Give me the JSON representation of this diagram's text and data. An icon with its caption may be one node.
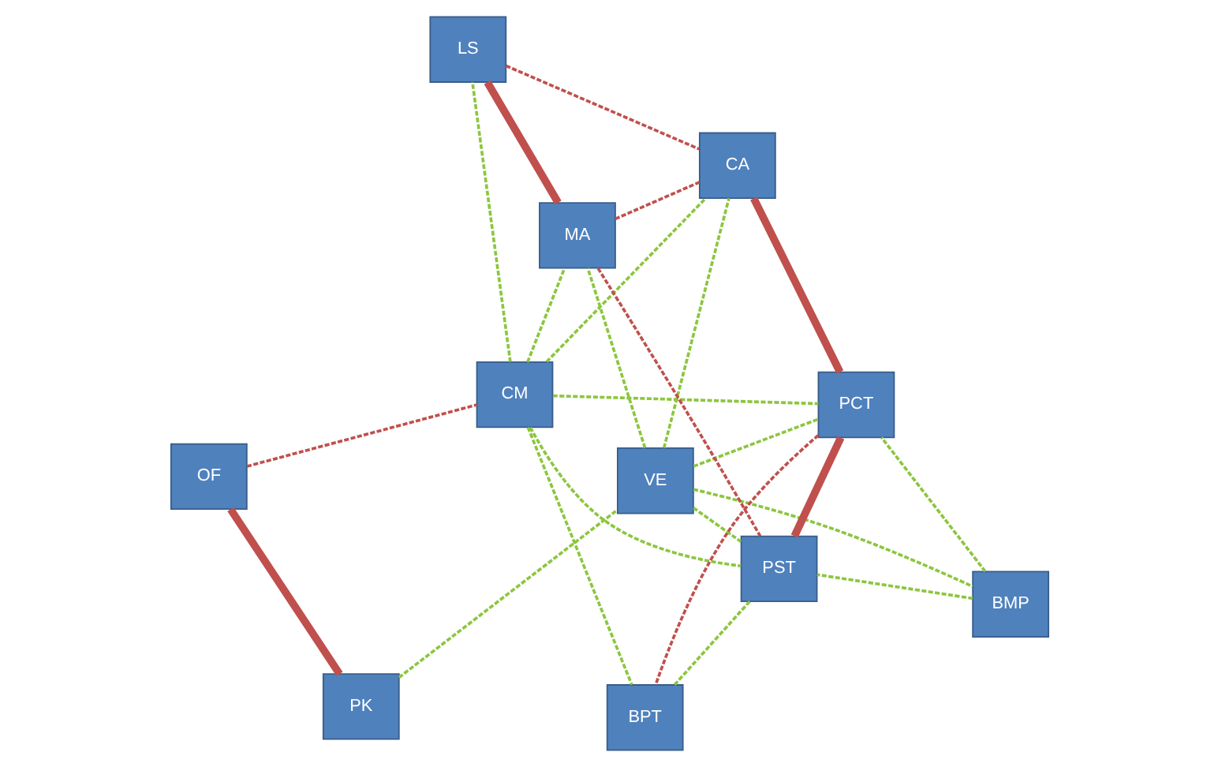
{
  "diagram": {
    "nodes": [
      {
        "text": [
          "OF"
        ]
      },
      {
        "text": [
          "VE"
        ]
      },
      {
        "text": [
          "PK"
        ]
      },
      {
        "text": [
          "CM"
        ]
      },
      {
        "text": [
          "CA"
        ]
      },
      {
        "text": [
          "LS"
        ]
      },
      {
        "text": [
          "MA"
        ]
      },
      {
        "text": [
          "PCT"
        ]
      },
      {
        "text": [
          "BPT"
        ]
      },
      {
        "text": [
          "BMP"
        ]
      },
      {
        "text": [
          "PST"
        ]
      }
    ],
    "edges": [
      {
        "from": 0,
        "to": 2,
        "arrow": "none",
        "style": "thick",
        "color": "#c0504d"
      },
      {
        "from": 0,
        "to": 3,
        "arrow": "none",
        "style": "dashed",
        "color": "#c0504d"
      },
      {
        "from": 2,
        "to": 1,
        "arrow": "none",
        "style": "dashed"
      },
      {
        "from": 3,
        "to": 4,
        "arrow": "none",
        "style": "dashed"
      },
      {
        "from": 3,
        "to": 8,
        "arrow": "none",
        "style": "dashed"
      },
      {
        "from": 3,
        "to": 5,
        "arrow": "none",
        "style": "dashed"
      },
      {
        "from": 3,
        "to": 6,
        "arrow": "none",
        "style": "dashed"
      },
      {
        "from": 3,
        "to": 7,
        "arrow": "none",
        "style": "dashed"
      },
      {
        "from": 3,
        "to": 10,
        "arrow": "none",
        "style": "dashed"
      },
      {
        "from": 4,
        "to": 7,
        "arrow": "none",
        "style": "thick",
        "color": "#c0504d"
      },
      {
        "from": 5,
        "to": 4,
        "arrow": "none",
        "style": "dashed",
        "color": "#c0504d"
      },
      {
        "from": 5,
        "to": 6,
        "arrow": "none",
        "style": "thick",
        "color": "#c0504d"
      },
      {
        "from": 6,
        "to": 4,
        "arrow": "none",
        "style": "dashed",
        "color": "#c0504d"
      },
      {
        "from": 6,
        "to": 10,
        "arrow": "none",
        "style": "dashed",
        "color": "#c0504d"
      },
      {
        "from": 7,
        "to": 8,
        "arrow": "none",
        "style": "dashed",
        "color": "#c0504d"
      },
      {
        "from": 7,
        "to": 10,
        "arrow": "none",
        "style": "thick",
        "color": "#c0504d"
      },
      {
        "from": 1,
        "to": 6,
        "arrow": "none",
        "style": "dashed"
      },
      {
        "from": 1,
        "to": 9,
        "arrow": "none",
        "style": "dashed"
      },
      {
        "from": 1,
        "to": 10,
        "arrow": "none",
        "style": "dashed"
      },
      {
        "from": 1,
        "to": 7,
        "arrow": "none",
        "style": "dashed"
      },
      {
        "from": 1,
        "to": 4,
        "arrow": "none",
        "style": "dashed"
      },
      {
        "from": 9,
        "to": 7,
        "arrow": "none",
        "style": "dashed"
      },
      {
        "from": 9,
        "to": 10,
        "arrow": "none",
        "style": "dashed"
      },
      {
        "from": 10,
        "to": 8,
        "arrow": "none",
        "style": "dashed"
      }
    ]
  }
}
